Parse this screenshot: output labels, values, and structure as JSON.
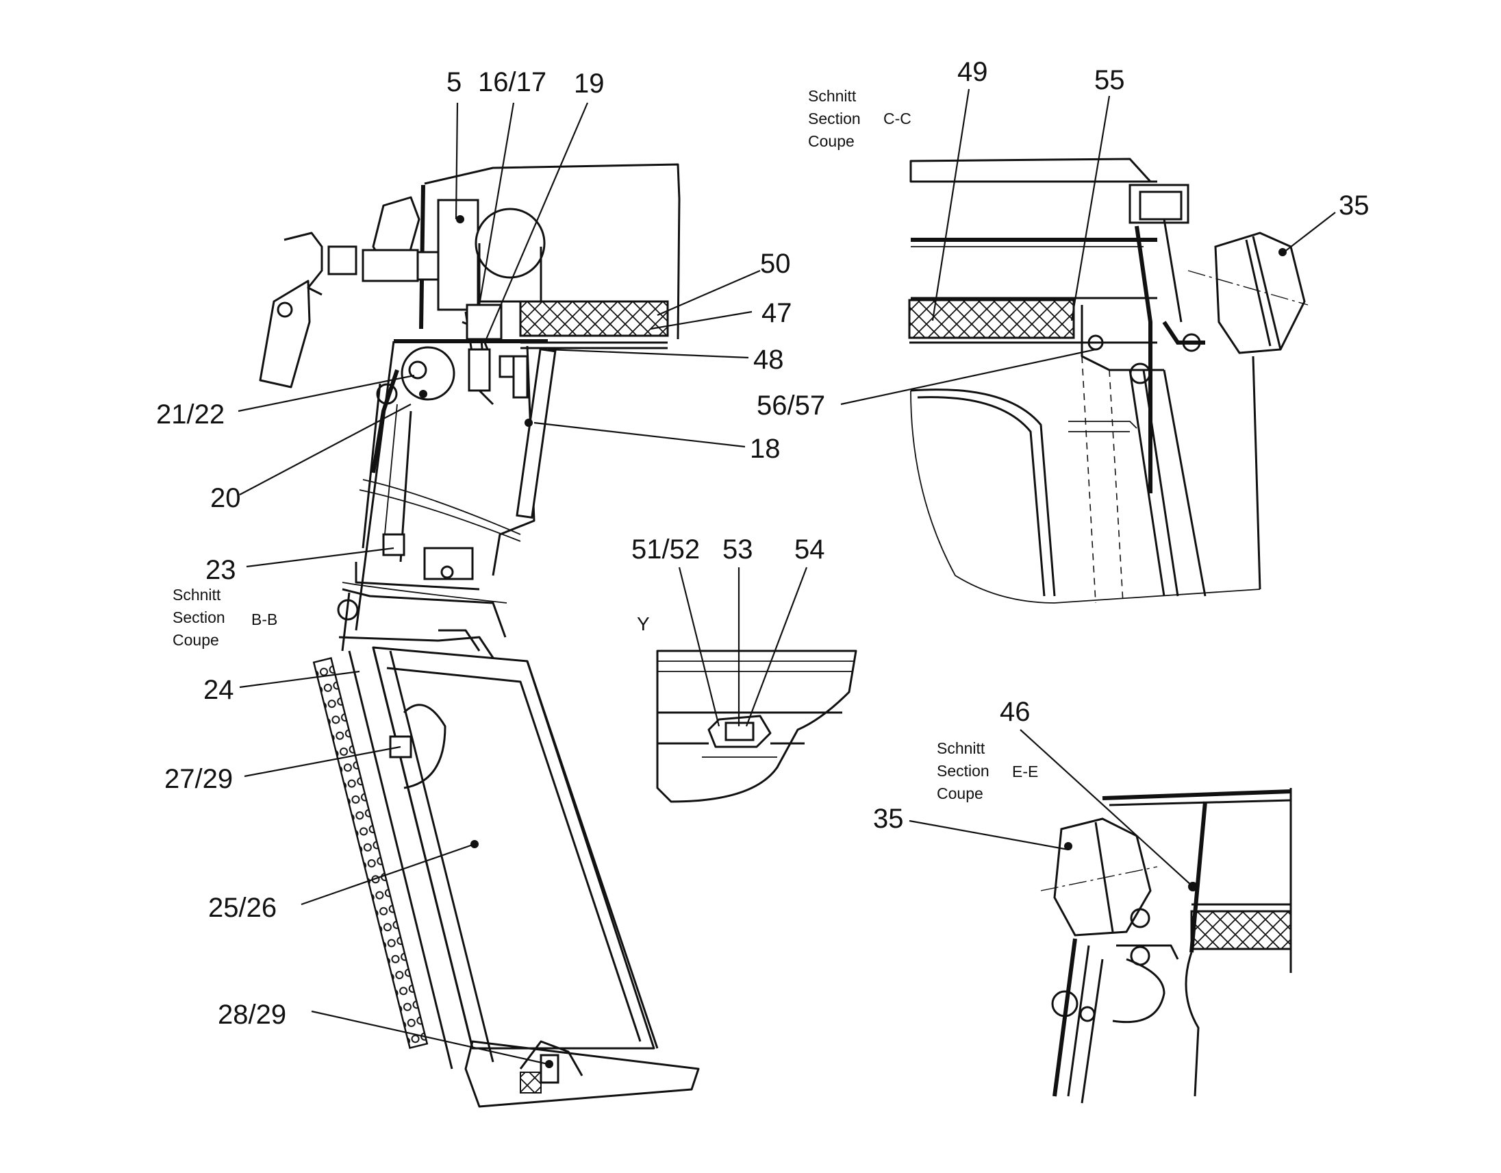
{
  "labels": {
    "p5": "5",
    "p16_17": "16/17",
    "p19": "19",
    "p50": "50",
    "p47": "47",
    "p48": "48",
    "p18": "18",
    "p21_22": "21/22",
    "p20": "20",
    "p23": "23",
    "p24": "24",
    "p27_29": "27/29",
    "p25_26": "25/26",
    "p28_29": "28/29",
    "p49": "49",
    "p55": "55",
    "p35_top": "35",
    "p56_57": "56/57",
    "p51_52": "51/52",
    "p53": "53",
    "p54": "54",
    "view_y": "Y",
    "p46": "46",
    "p35_bottom": "35"
  },
  "sections": {
    "bb": {
      "line1": "Schnitt",
      "line2": "Section",
      "line3": "Coupe",
      "id": "B-B"
    },
    "cc": {
      "line1": "Schnitt",
      "line2": "Section",
      "line3": "Coupe",
      "id": "C-C"
    },
    "ee": {
      "line1": "Schnitt",
      "line2": "Section",
      "line3": "Coupe",
      "id": "E-E"
    }
  }
}
